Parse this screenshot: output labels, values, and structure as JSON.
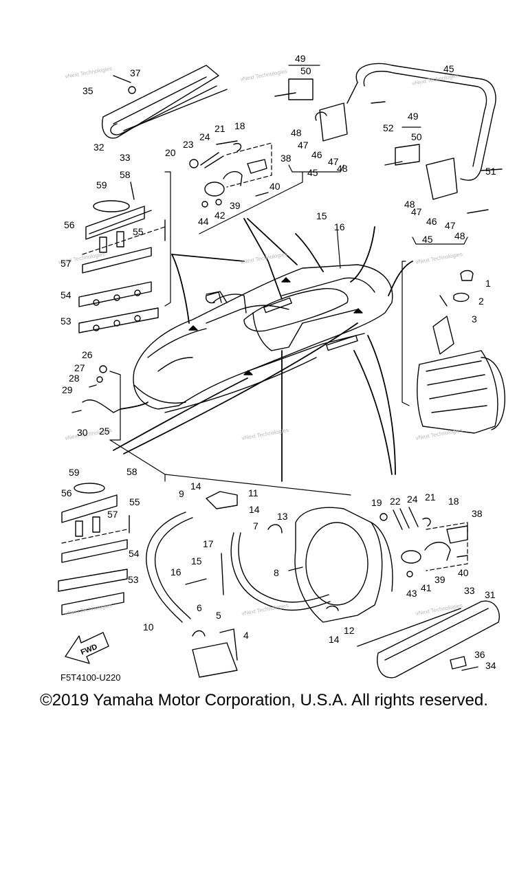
{
  "diagram": {
    "code": "F5T4100-U220",
    "fwd_label": "FWD",
    "watermark": "vNext Technologies",
    "copyright": "©2019 Yamaha Motor Corporation, U.S.A. All rights reserved.",
    "callouts": [
      "1",
      "2",
      "3",
      "4",
      "5",
      "6",
      "7",
      "8",
      "9",
      "10",
      "11",
      "12",
      "13",
      "14",
      "15",
      "16",
      "17",
      "18",
      "19",
      "20",
      "21",
      "22",
      "23",
      "24",
      "25",
      "26",
      "27",
      "28",
      "29",
      "30",
      "31",
      "32",
      "33",
      "34",
      "35",
      "36",
      "37",
      "38",
      "39",
      "40",
      "41",
      "42",
      "43",
      "44",
      "45",
      "46",
      "47",
      "48",
      "49",
      "50",
      "51",
      "52",
      "53",
      "54",
      "55",
      "56",
      "57",
      "58",
      "59"
    ]
  }
}
